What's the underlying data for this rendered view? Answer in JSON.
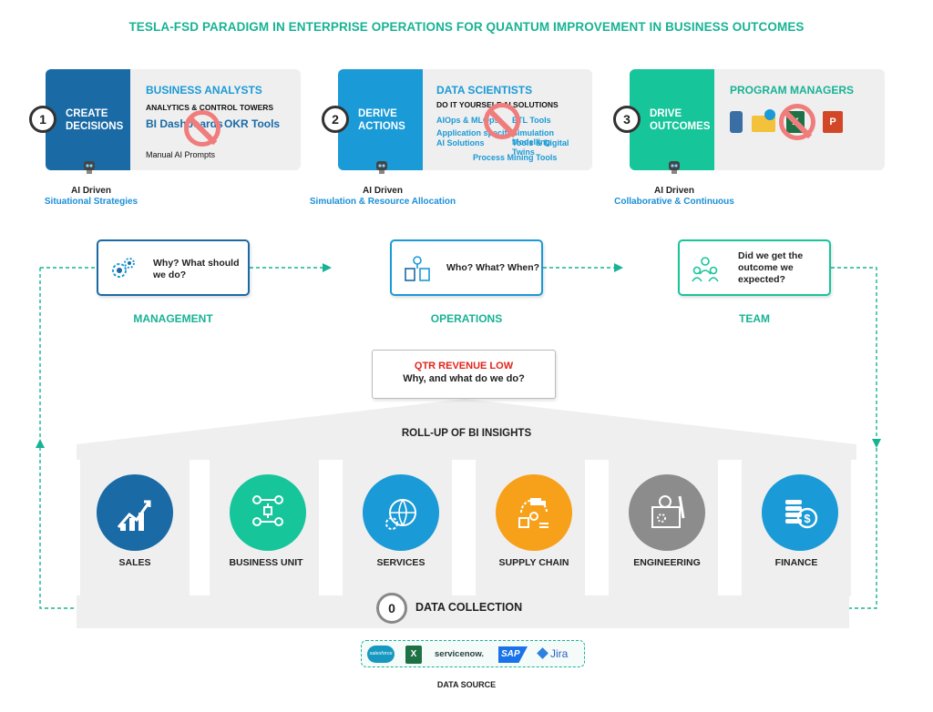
{
  "title": "TESLA-FSD PARADIGM IN ENTERPRISE OPERATIONS FOR QUANTUM IMPROVEMENT IN BUSINESS OUTCOMES",
  "colors": {
    "accent": "#17b394",
    "stage1": "#1a6aa6",
    "stage2": "#1a9ad6",
    "stage3": "#17c59b",
    "alert": "#e2231a"
  },
  "stages": [
    {
      "number": "1",
      "line1": "CREATE",
      "line2": "DECISIONS",
      "role": "BUSINESS ANALYSTS",
      "subtitle": "ANALYTICS & CONTROL TOWERS",
      "tool_a": "BI Dashboards",
      "tool_b": "OKR Tools",
      "note": "Manual AI Prompts",
      "ai_line1": "AI Driven",
      "ai_line2": "Situational Strategies"
    },
    {
      "number": "2",
      "line1": "DERIVE",
      "line2": "ACTIONS",
      "role": "DATA SCIENTISTS",
      "subtitle": "DO IT YOURSELF AI SOLUTIONS",
      "tools": [
        "AIOps & MLOps",
        "ETL Tools",
        "Application specific",
        "Simulation Modelling",
        "AI Solutions",
        "Tools & Digital Twins",
        "Process Mining Tools"
      ],
      "ai_line1": "AI Driven",
      "ai_line2": "Simulation & Resource Allocation"
    },
    {
      "number": "3",
      "line1": "DRIVE",
      "line2": "OUTCOMES",
      "role": "PROGRAM MANAGERS",
      "apps": [
        "phone-icon",
        "mail-icon",
        "excel-icon",
        "powerpoint-icon"
      ],
      "ai_line1": "AI Driven",
      "ai_line2": "Collaborative & Continuous"
    }
  ],
  "questions": [
    {
      "text1": "Why? What should",
      "text2": "we do?",
      "label": "MANAGEMENT"
    },
    {
      "text1": "Who? What? When?",
      "label": "OPERATIONS"
    },
    {
      "text1": "Did we get the",
      "text2": "outcome we",
      "text3": "expected?",
      "label": "TEAM"
    }
  ],
  "revenue": {
    "headline": "QTR REVENUE LOW",
    "question": "Why, and what do we do?"
  },
  "rollup": "ROLL-UP OF BI INSIGHTS",
  "departments": [
    {
      "label": "SALES",
      "color": "#1a6aa6",
      "icon": "chart-growth-icon"
    },
    {
      "label": "BUSINESS UNIT",
      "color": "#17c59b",
      "icon": "org-people-icon"
    },
    {
      "label": "SERVICES",
      "color": "#1a9ad6",
      "icon": "globe-gear-icon"
    },
    {
      "label": "SUPPLY CHAIN",
      "color": "#f7a11a",
      "icon": "truck-cycle-icon"
    },
    {
      "label": "ENGINEERING",
      "color": "#8c8c8c",
      "icon": "blueprint-icon"
    },
    {
      "label": "FINANCE",
      "color": "#1a9ad6",
      "icon": "coins-icon"
    }
  ],
  "data_collection": {
    "number": "0",
    "label": "DATA COLLECTION"
  },
  "data_source": {
    "label": "DATA SOURCE",
    "logos": [
      "salesforce",
      "servicenow.",
      "SAP",
      "Jira"
    ]
  }
}
